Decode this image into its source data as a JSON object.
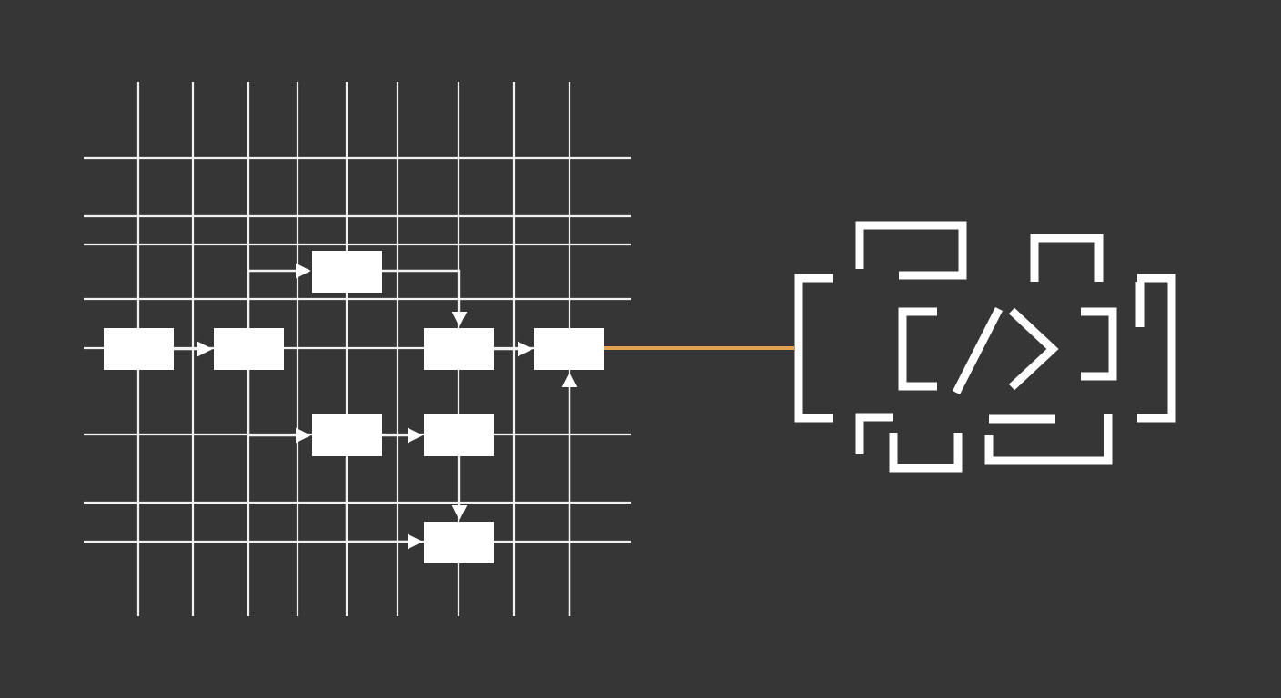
{
  "colors": {
    "background": "#363636",
    "line": "#f2f2f2",
    "node": "#ffffff",
    "connector": "#e0a24f"
  },
  "icons": {
    "code_badge": "code-brackets-icon"
  },
  "diagram": {
    "nodes": [
      "n1",
      "n2",
      "n3",
      "n4",
      "n5",
      "n6",
      "n7",
      "n8"
    ],
    "edges": [
      [
        "n1",
        "n2"
      ],
      [
        "n2",
        "n3"
      ],
      [
        "n2",
        "n5"
      ],
      [
        "n3",
        "n4"
      ],
      [
        "n4",
        "n6"
      ],
      [
        "n5",
        "n7"
      ],
      [
        "n7",
        "n8"
      ],
      [
        "n5",
        "n8"
      ]
    ],
    "output_link": [
      "n6",
      "code_badge"
    ]
  }
}
